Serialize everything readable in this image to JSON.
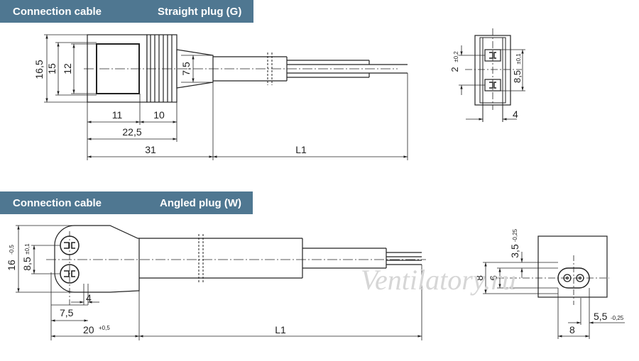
{
  "header_straight": {
    "left": "Connection cable",
    "right": "Straight plug (G)"
  },
  "header_angled": {
    "left": "Connection cable",
    "right": "Angled plug (W)"
  },
  "straight": {
    "dim_16_5": "16,5",
    "dim_15": "15",
    "dim_12": "12",
    "dim_7_5": "7,5",
    "dim_11": "11",
    "dim_10": "10",
    "dim_22_5": "22,5",
    "dim_31": "31",
    "dim_L1": "L1",
    "end_dim_2": "2",
    "end_tol_2": "±0,2",
    "end_dim_8_5": "8,5",
    "end_tol_8_5": "±0,1",
    "end_dim_4": "4"
  },
  "angled": {
    "dim_16": "16",
    "tol_16": "-0,5",
    "dim_8_5": "8,5",
    "tol_8_5": "±0,1",
    "dim_4": "4",
    "dim_7_5": "7,5",
    "dim_20": "20",
    "tol_20": "+0,5",
    "dim_L1": "L1",
    "end_dim_3_5": "3,5",
    "end_tol_3_5": "-0,25",
    "end_dim_8v": "8",
    "end_dim_6": "6",
    "end_dim_8h": "8",
    "end_dim_5_5": "5,5",
    "end_tol_5_5": "-0,25"
  },
  "watermark": "Ventilatory.ru",
  "colors": {
    "header_bg": "#4f7791",
    "header_text": "#ffffff",
    "line": "#222222"
  }
}
